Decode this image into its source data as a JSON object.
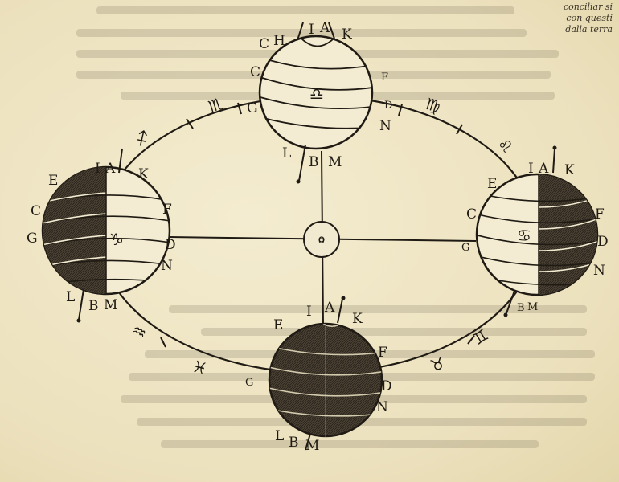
{
  "margin_note": [
    "conciliar si",
    "con questi",
    "dalla terra"
  ],
  "sun_label": "o",
  "globes": {
    "top": {
      "labels": {
        "I": "I",
        "A": "A",
        "K": "K",
        "C": "C",
        "H": "H",
        "F": "F",
        "G": "G",
        "D": "D",
        "N": "N",
        "L": "L",
        "B": "B",
        "M": "M"
      },
      "sign": "♎"
    },
    "left": {
      "labels": {
        "I": "I",
        "A": "A",
        "K": "K",
        "E": "E",
        "C": "C",
        "F": "F",
        "G": "G",
        "D": "D",
        "N": "N",
        "L": "L",
        "B": "B",
        "M": "M"
      },
      "sign": "♑"
    },
    "right": {
      "labels": {
        "I": "I",
        "A": "A",
        "K": "K",
        "E": "E",
        "C": "C",
        "F": "F",
        "G": "G",
        "D": "D",
        "N": "N",
        "B": "B",
        "M": "M"
      },
      "sign": "♋"
    },
    "bottom": {
      "labels": {
        "I": "I",
        "A": "A",
        "K": "K",
        "E": "E",
        "F": "F",
        "G": "G",
        "D": "D",
        "N": "N",
        "L": "L",
        "B": "B",
        "M": "M"
      },
      "sign": ""
    }
  },
  "orbit_signs": {
    "scorpio": "♏",
    "sagittarius": "♐",
    "virgo": "♍",
    "leo": "♌",
    "aquarius": "♒",
    "pisces": "♓",
    "gemini": "♊",
    "taurus": "♉"
  },
  "colors": {
    "ink": "#1f1a13",
    "paper": "#efe6c6",
    "shade": "#4a4134"
  }
}
